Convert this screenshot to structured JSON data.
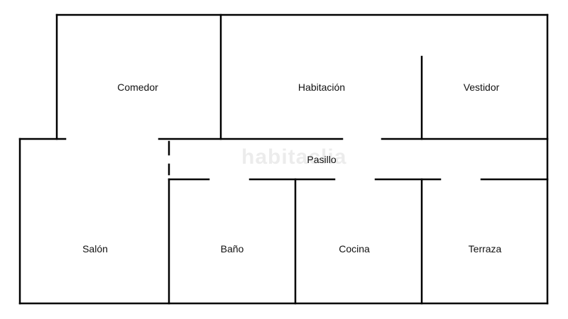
{
  "colors": {
    "wall": "#000000",
    "background": "#ffffff",
    "label": "#111111"
  },
  "watermark": "habitaclia",
  "rooms": {
    "comedor": "Comedor",
    "habitacion": "Habitación",
    "vestidor": "Vestidor",
    "pasillo": "Pasillo",
    "salon": "Salón",
    "bano": "Baño",
    "cocina": "Cocina",
    "terraza": "Terraza"
  }
}
